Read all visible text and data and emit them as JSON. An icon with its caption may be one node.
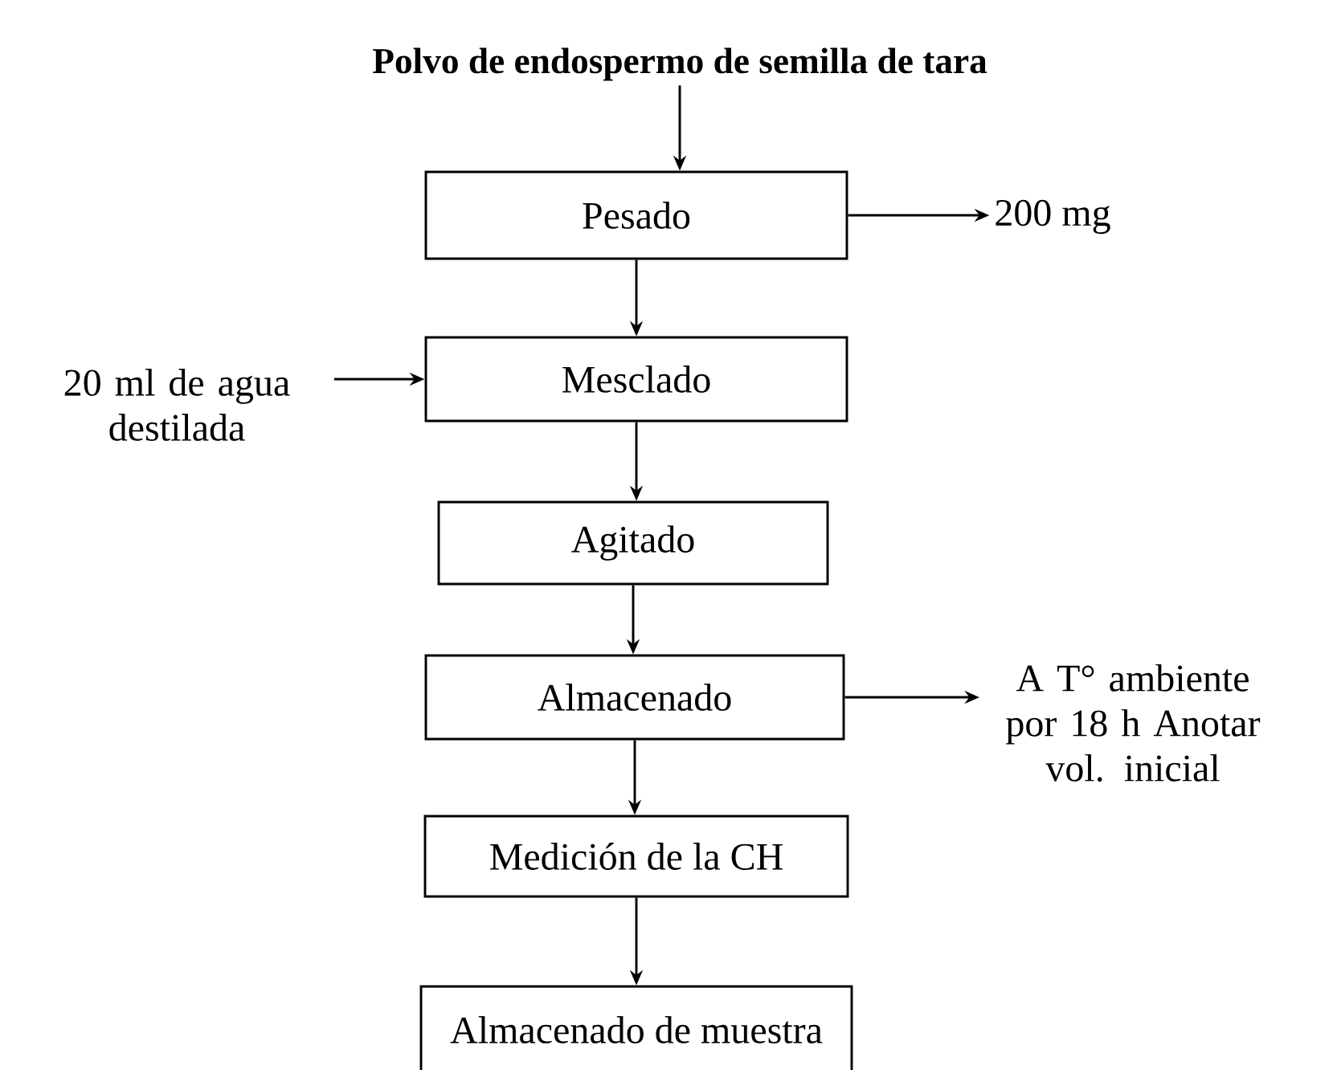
{
  "diagram": {
    "nodes": [
      {
        "text": [
          "Polvo de endospermo de semilla de tara"
        ]
      },
      {
        "text": [
          "Pesado"
        ]
      },
      {
        "text": [
          "200 mg"
        ]
      },
      {
        "text": [
          "20 ml de agua destilada"
        ]
      },
      {
        "text": [
          "Mesclado"
        ]
      },
      {
        "text": [
          "Agitado"
        ]
      },
      {
        "text": [
          "Almacenado"
        ]
      },
      {
        "text": [
          "A T° ambiente por 18 h Anotar vol. inicial"
        ]
      },
      {
        "text": [
          "Medición de la CH"
        ]
      },
      {
        "text": [
          "Almacenado de muestra"
        ]
      }
    ],
    "edges": [
      {
        "from": 0,
        "to": 1,
        "arrow": "to"
      },
      {
        "from": 1,
        "to": 2,
        "arrow": "to"
      },
      {
        "from": 1,
        "to": 4,
        "arrow": "to"
      },
      {
        "from": 3,
        "to": 4,
        "arrow": "to"
      },
      {
        "from": 4,
        "to": 5,
        "arrow": "to"
      },
      {
        "from": 5,
        "to": 6,
        "arrow": "to"
      },
      {
        "from": 6,
        "to": 7,
        "arrow": "to"
      },
      {
        "from": 6,
        "to": 8,
        "arrow": "to"
      },
      {
        "from": 8,
        "to": 9,
        "arrow": "to"
      }
    ]
  }
}
